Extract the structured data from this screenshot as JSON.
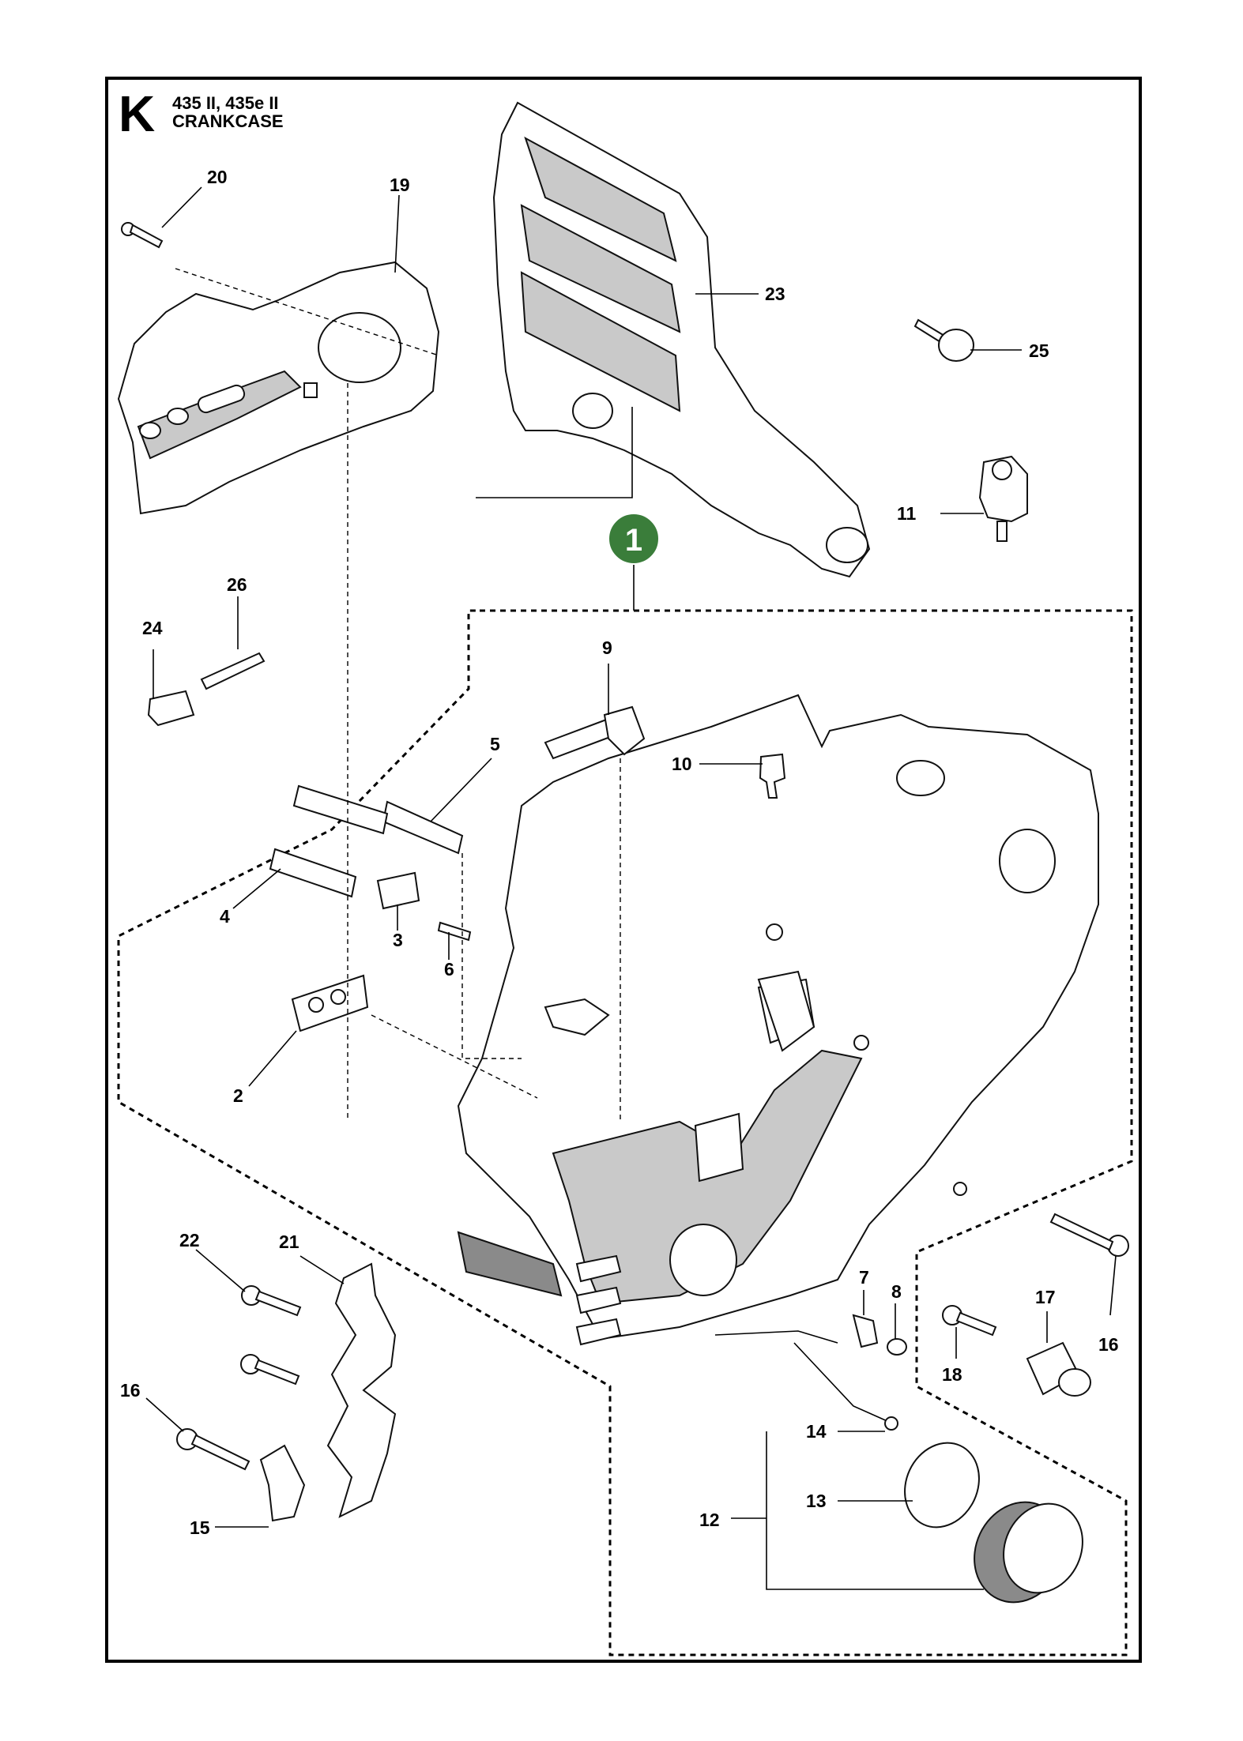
{
  "header": {
    "letter": "K",
    "models": "435 II, 435e II",
    "section": "CRANKCASE"
  },
  "badge": {
    "label": "1",
    "color": "#3a7d3a"
  },
  "callouts": [
    "1",
    "2",
    "3",
    "4",
    "5",
    "6",
    "7",
    "8",
    "9",
    "10",
    "11",
    "12",
    "13",
    "14",
    "15",
    "16",
    "17",
    "18",
    "19",
    "20",
    "21",
    "22",
    "23",
    "24",
    "25",
    "26"
  ],
  "labels": {
    "n20": "20",
    "n19": "19",
    "n23": "23",
    "n25": "25",
    "n11": "11",
    "n26": "26",
    "n24": "24",
    "n9": "9",
    "n10": "10",
    "n5": "5",
    "n4": "4",
    "n3": "3",
    "n6": "6",
    "n2": "2",
    "n22": "22",
    "n21": "21",
    "n16a": "16",
    "n15": "15",
    "n7": "7",
    "n8": "8",
    "n17": "17",
    "n16b": "16",
    "n18": "18",
    "n14": "14",
    "n13": "13",
    "n12": "12"
  }
}
